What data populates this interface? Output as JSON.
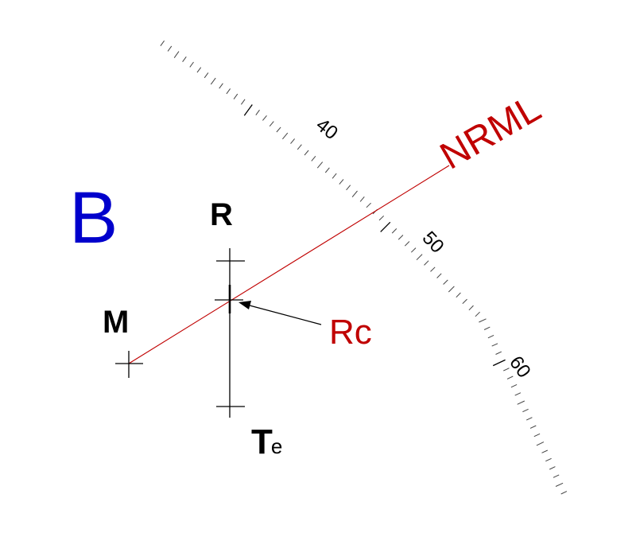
{
  "panel_letter": "B",
  "labels": {
    "R": "R",
    "M": "M",
    "T": "T",
    "T_sub": "e",
    "Rc": "Rc",
    "NRML": "NRML"
  },
  "scale": {
    "tick_labels": [
      "40",
      "50",
      "60"
    ]
  },
  "colors": {
    "panel_letter": "#0000cc",
    "red": "#c00000",
    "black": "#000000",
    "ticks": "#444444"
  }
}
